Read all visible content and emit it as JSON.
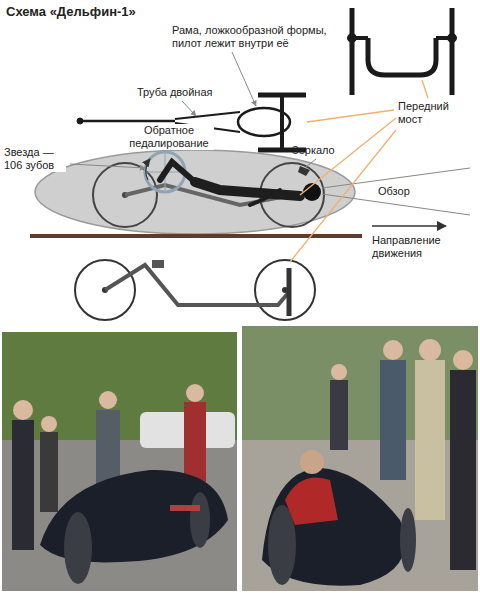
{
  "diagram": {
    "title": "Схема «Дельфин-1»",
    "labels": [
      "Рама, ложкообразной формы, пилот лежит внутри её",
      "Труба двойная",
      "Звезда — 106 зубов",
      "Обратное педалирование",
      "Передний мост",
      "Зеркало",
      "Обзор",
      "Направление движения"
    ]
  }
}
